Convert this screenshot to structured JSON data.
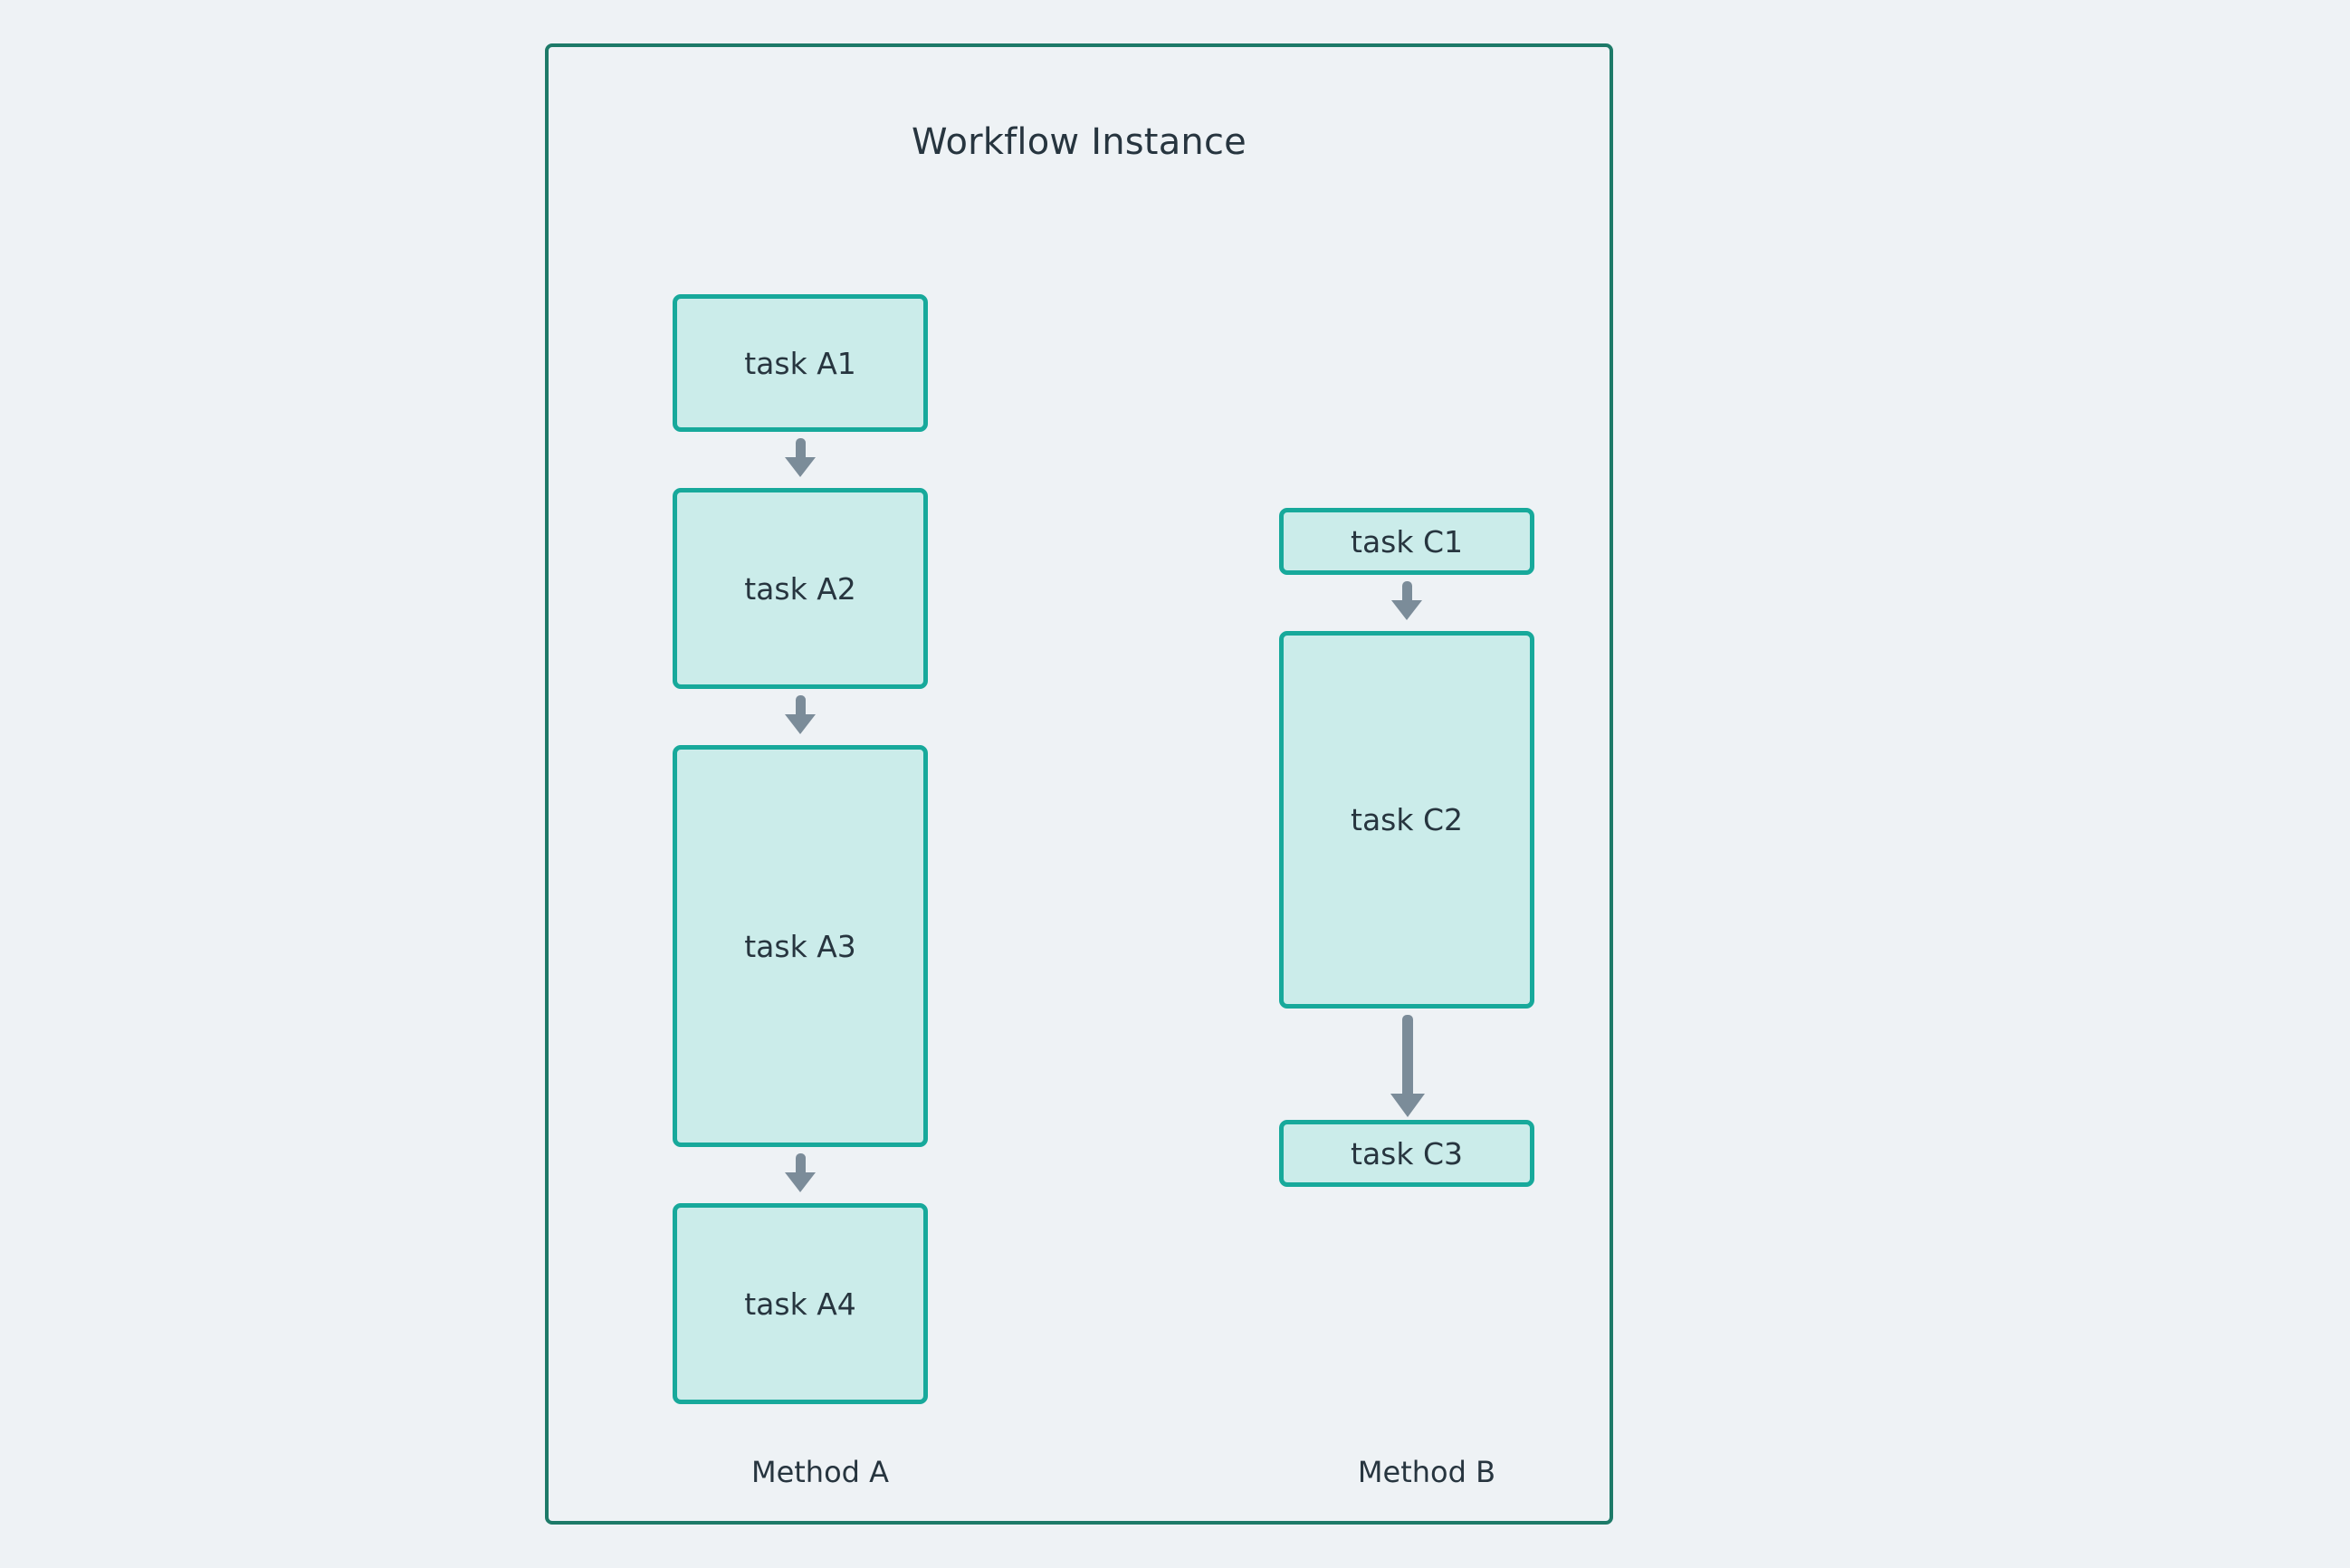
{
  "diagram": {
    "title": "Workflow Instance",
    "background_color": "#eef2f5",
    "container_border_color": "#1d7a68",
    "box_fill_color": "#cbecea",
    "box_border_color": "#17a99b",
    "arrow_color": "#7b8c99",
    "text_color": "#27353f"
  },
  "columns": [
    {
      "id": "method-a",
      "label": "Method A",
      "tasks": [
        {
          "id": "task-a1",
          "label": "task A1"
        },
        {
          "id": "task-a2",
          "label": "task A2"
        },
        {
          "id": "task-a3",
          "label": "task A3"
        },
        {
          "id": "task-a4",
          "label": "task A4"
        }
      ],
      "connectors": [
        {
          "id": "arrow-a1-a2",
          "from": "task A1",
          "to": "task A2",
          "style": "short"
        },
        {
          "id": "arrow-a2-a3",
          "from": "task A2",
          "to": "task A3",
          "style": "short"
        },
        {
          "id": "arrow-a3-a4",
          "from": "task A3",
          "to": "task A4",
          "style": "short"
        }
      ]
    },
    {
      "id": "method-b",
      "label": "Method B",
      "tasks": [
        {
          "id": "task-c1",
          "label": "task C1"
        },
        {
          "id": "task-c2",
          "label": "task C2"
        },
        {
          "id": "task-c3",
          "label": "task C3"
        }
      ],
      "connectors": [
        {
          "id": "arrow-c1-c2",
          "from": "task C1",
          "to": "task C2",
          "style": "short"
        },
        {
          "id": "arrow-c2-c3",
          "from": "task C2",
          "to": "task C3",
          "style": "long"
        }
      ]
    }
  ]
}
